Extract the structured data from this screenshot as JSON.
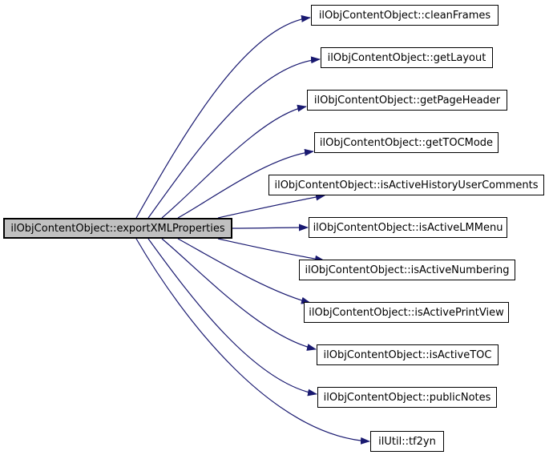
{
  "graph": {
    "source": {
      "label": "ilObjContentObject::exportXMLProperties"
    },
    "called": [
      {
        "label": "ilObjContentObject::cleanFrames"
      },
      {
        "label": "ilObjContentObject::getLayout"
      },
      {
        "label": "ilObjContentObject::getPageHeader"
      },
      {
        "label": "ilObjContentObject::getTOCMode"
      },
      {
        "label": "ilObjContentObject::isActiveHistoryUserComments"
      },
      {
        "label": "ilObjContentObject::isActiveLMMenu"
      },
      {
        "label": "ilObjContentObject::isActiveNumbering"
      },
      {
        "label": "ilObjContentObject::isActivePrintView"
      },
      {
        "label": "ilObjContentObject::isActiveTOC"
      },
      {
        "label": "ilObjContentObject::publicNotes"
      },
      {
        "label": "ilUtil::tf2yn"
      }
    ]
  },
  "colors": {
    "edge": "#191970",
    "node_border": "#000000",
    "node_fill": "#ffffff",
    "source_node_fill": "#c0c0c0",
    "background": "#ffffff"
  }
}
